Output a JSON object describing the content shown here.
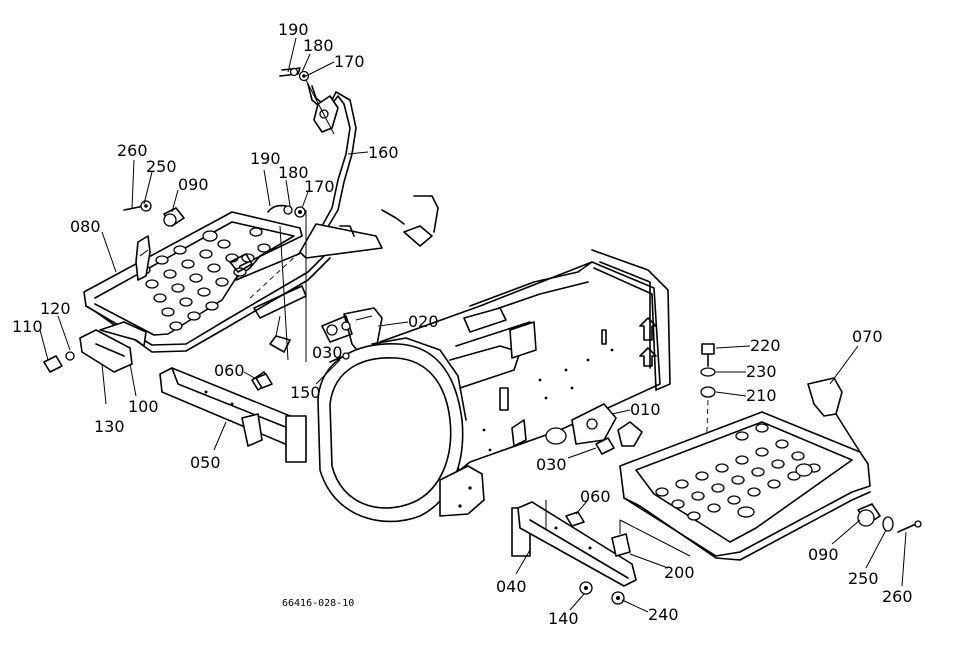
{
  "diagram": {
    "parts": [
      {
        "code": "190"
      },
      {
        "code": "180"
      },
      {
        "code": "170"
      },
      {
        "code": "160"
      },
      {
        "code": "260"
      },
      {
        "code": "250"
      },
      {
        "code": "090"
      },
      {
        "code": "190"
      },
      {
        "code": "180"
      },
      {
        "code": "170"
      },
      {
        "code": "080"
      },
      {
        "code": "020"
      },
      {
        "code": "120"
      },
      {
        "code": "110"
      },
      {
        "code": "030"
      },
      {
        "code": "060"
      },
      {
        "code": "150"
      },
      {
        "code": "130"
      },
      {
        "code": "100"
      },
      {
        "code": "050"
      },
      {
        "code": "220"
      },
      {
        "code": "230"
      },
      {
        "code": "210"
      },
      {
        "code": "070"
      },
      {
        "code": "010"
      },
      {
        "code": "030"
      },
      {
        "code": "060"
      },
      {
        "code": "040"
      },
      {
        "code": "200"
      },
      {
        "code": "090"
      },
      {
        "code": "250"
      },
      {
        "code": "260"
      },
      {
        "code": "140"
      },
      {
        "code": "240"
      }
    ],
    "drawing_number": "66416-028-10"
  }
}
